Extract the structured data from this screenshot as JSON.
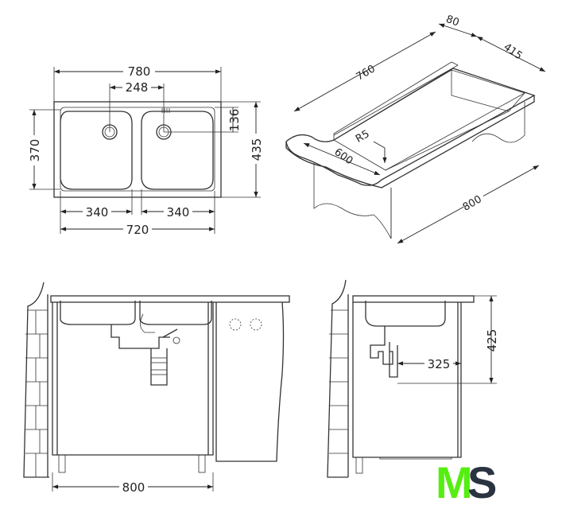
{
  "plan_view": {
    "dims": {
      "overall_width": "780",
      "drain_spacing": "248",
      "drain_offset": "136",
      "overall_depth": "435",
      "bowl_depth": "370",
      "left_bowl": "340",
      "right_bowl": "340",
      "bowls_total": "720"
    }
  },
  "iso_view": {
    "dims": {
      "rim": "80",
      "depth": "415",
      "length": "760",
      "radius": "R5",
      "worktop_depth": "600",
      "cabinet_length": "800"
    }
  },
  "front_section": {
    "dims": {
      "cabinet_width": "800"
    }
  },
  "side_section": {
    "dims": {
      "height": "425",
      "offset": "325"
    }
  },
  "logo": {
    "text_m": "M",
    "text_s": "S",
    "color_m": "#55ee11",
    "color_s": "#2a3340"
  }
}
